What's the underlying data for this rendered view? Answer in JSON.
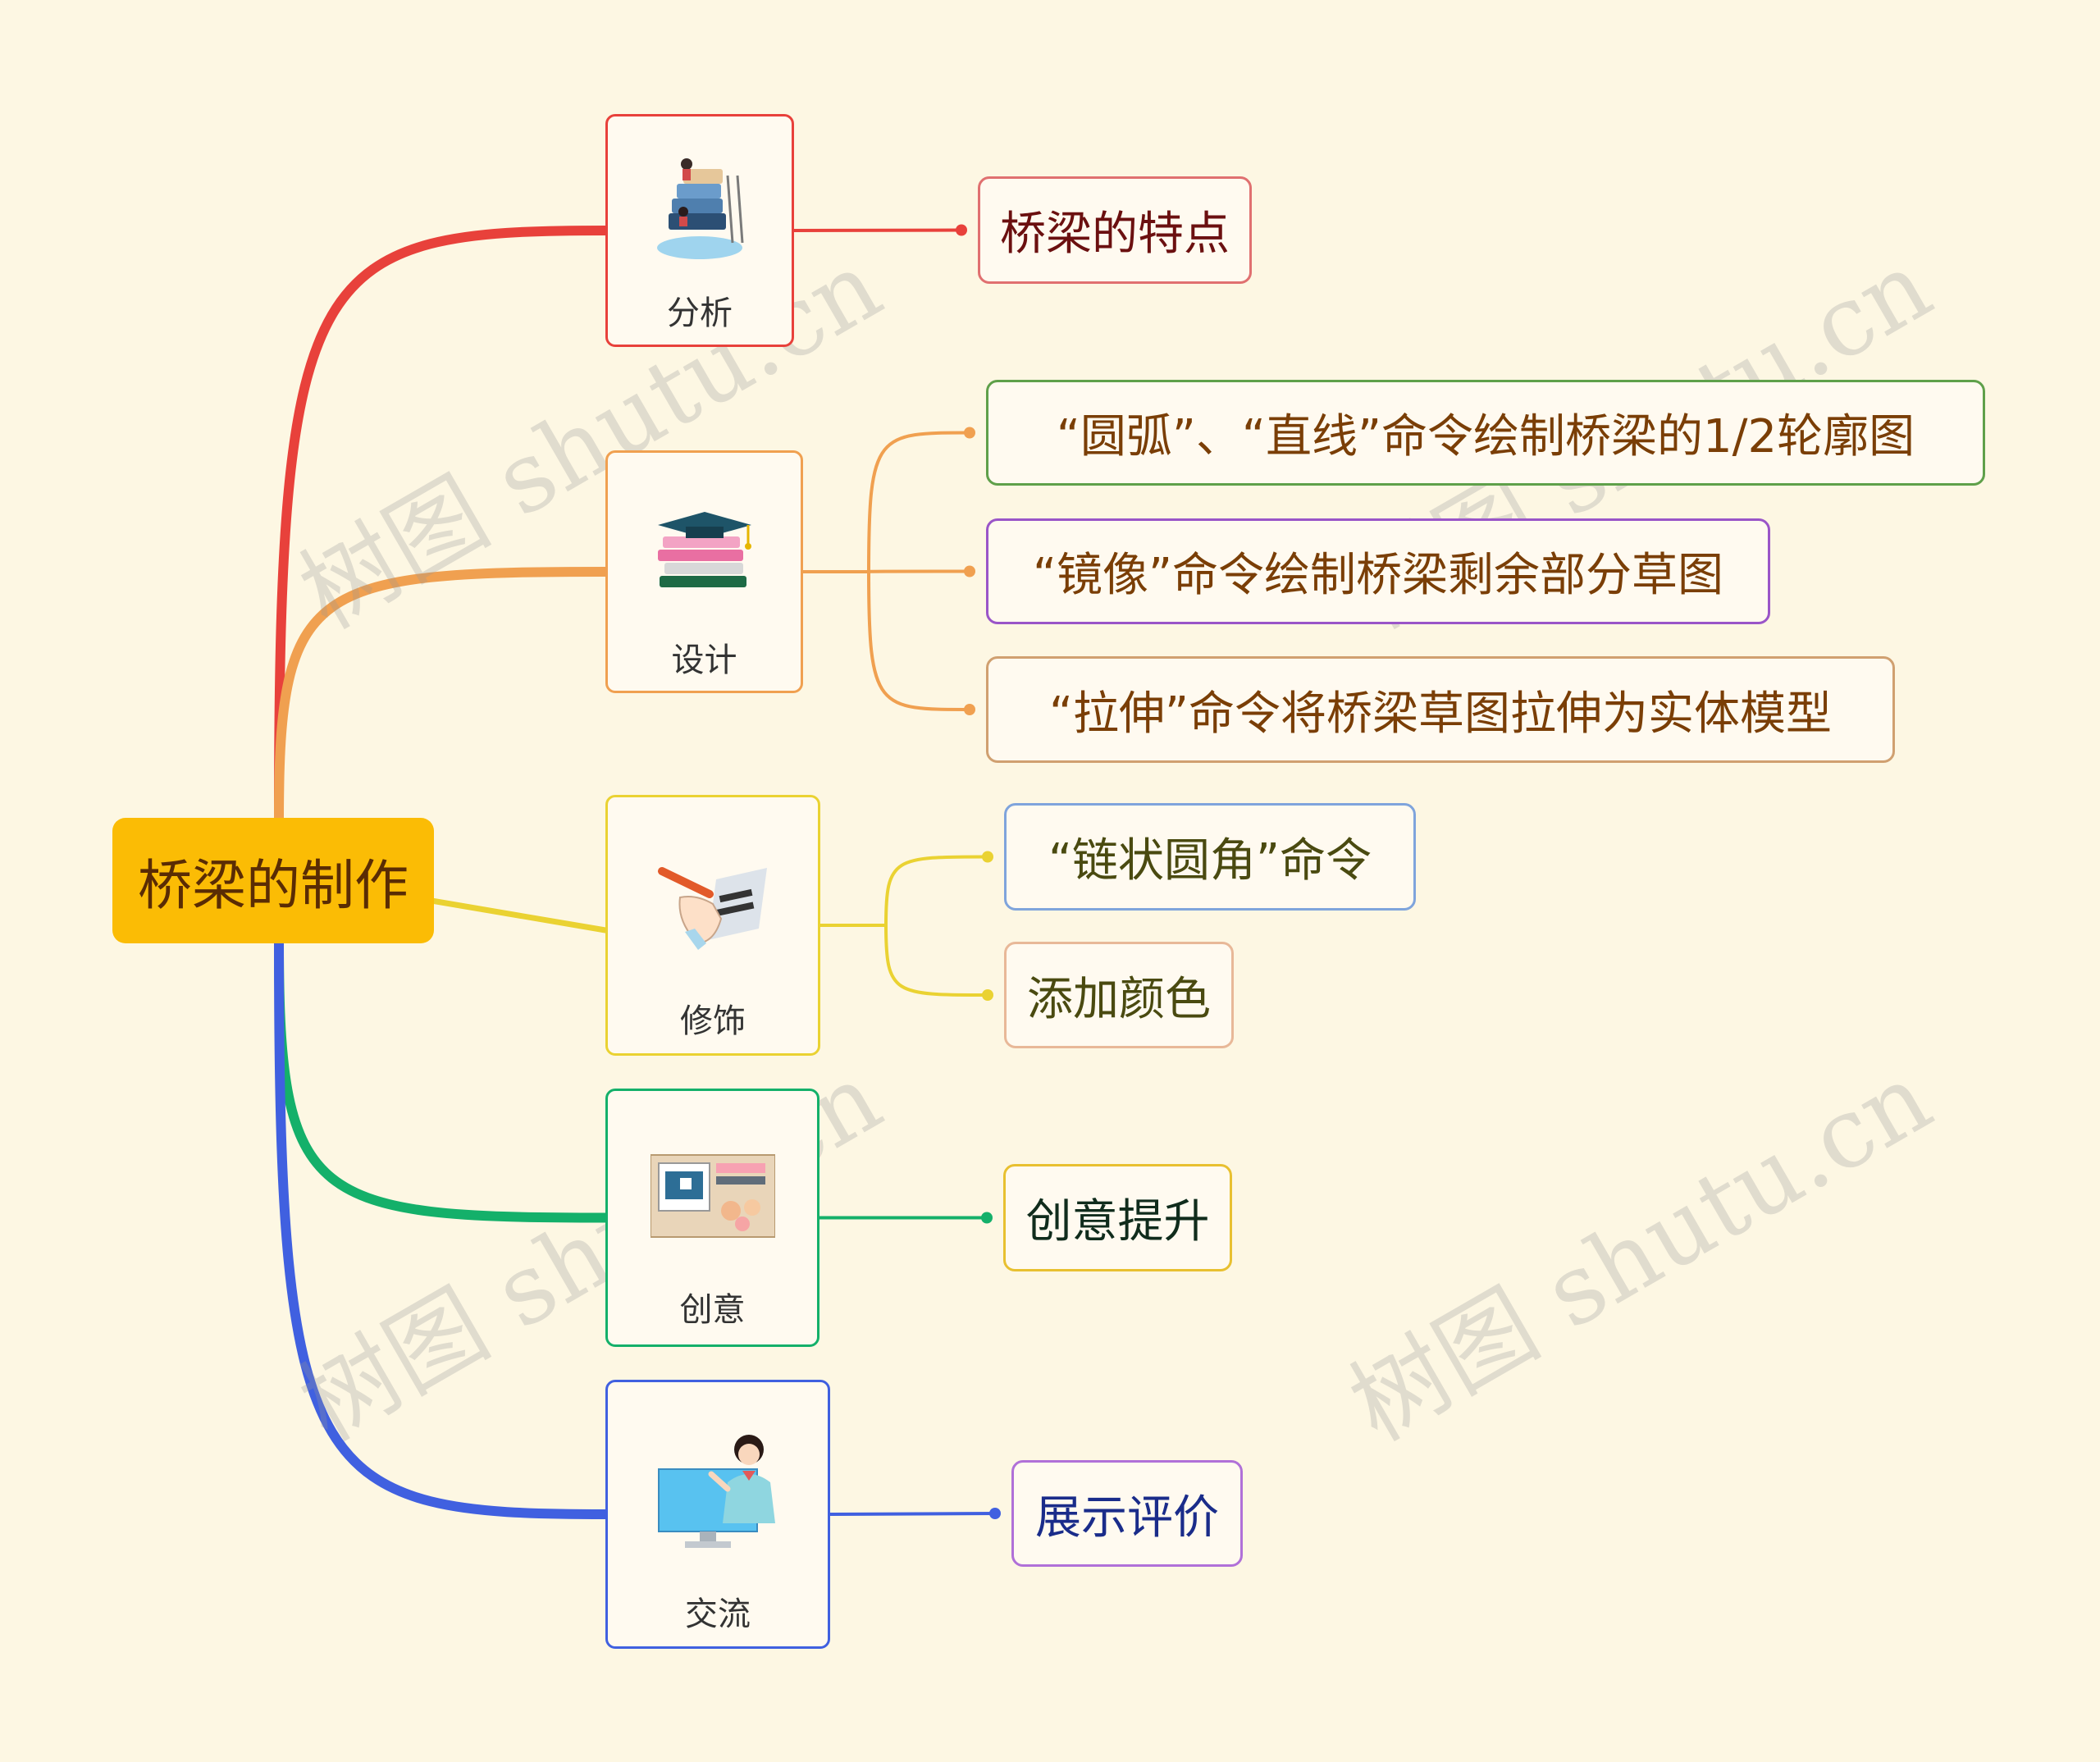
{
  "root": {
    "label": "桥梁的制作"
  },
  "watermark": "树图 shutu.cn",
  "branches": [
    {
      "label": "分析",
      "icon": "book-stack-reader-icon",
      "color": "#e8413b",
      "leaves": [
        {
          "text": "桥梁的特点",
          "border": "#e07070",
          "textColor": "#6b1010"
        }
      ]
    },
    {
      "label": "设计",
      "icon": "graduation-cap-books-icon",
      "color": "#f0a050",
      "leaves": [
        {
          "text": "“圆弧”、“直线”命令绘制桥梁的1/2轮廓图",
          "border": "#5fa04a",
          "textColor": "#7a3e06"
        },
        {
          "text": "“镜像”命令绘制桥梁剩余部分草图",
          "border": "#9a55c8",
          "textColor": "#7a3e06"
        },
        {
          "text": "“拉伸”命令将桥梁草图拉伸为实体模型",
          "border": "#d0a070",
          "textColor": "#7a3e06"
        }
      ]
    },
    {
      "label": "修饰",
      "icon": "hand-writing-icon",
      "color": "#ead232",
      "leaves": [
        {
          "text": "“链状圆角”命令",
          "border": "#7fa4dc",
          "textColor": "#4a4a10"
        },
        {
          "text": "添加颜色",
          "border": "#e8b898",
          "textColor": "#4a4a10"
        }
      ]
    },
    {
      "label": "创意",
      "icon": "idea-board-icon",
      "color": "#14b06a",
      "leaves": [
        {
          "text": "创意提升",
          "border": "#e8c030",
          "textColor": "#102c1c"
        }
      ]
    },
    {
      "label": "交流",
      "icon": "presenter-screen-icon",
      "color": "#4060e0",
      "leaves": [
        {
          "text": "展示评价",
          "border": "#b070d8",
          "textColor": "#1a2c8a"
        }
      ]
    }
  ]
}
